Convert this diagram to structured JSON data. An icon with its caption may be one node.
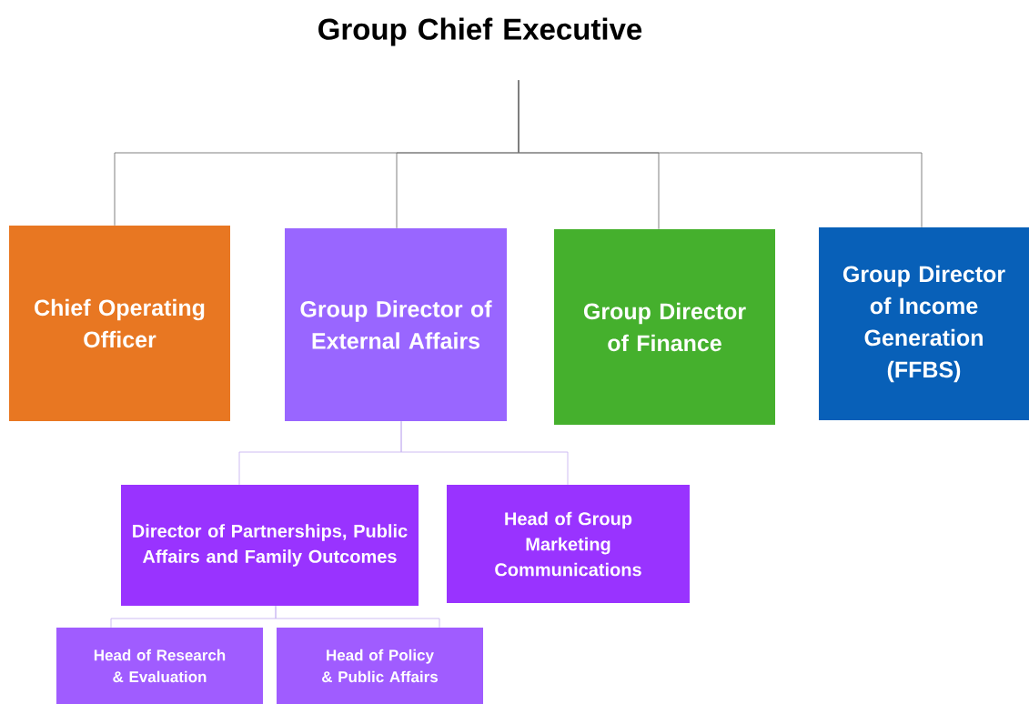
{
  "diagram": {
    "nodes": [
      {
        "text": [
          "Group Chief Executive"
        ]
      },
      {
        "text": [
          "Chief Operating Officer"
        ]
      },
      {
        "text": [
          "Group Director of External Affairs"
        ]
      },
      {
        "text": [
          "Group Director of Finance"
        ]
      },
      {
        "text": [
          "Group Director of Income Generation (FFBS)"
        ]
      },
      {
        "text": [
          "Director of Partnerships, Public Affairs and Family Outcomes"
        ]
      },
      {
        "text": [
          "Head of Group Marketing Communications"
        ]
      },
      {
        "text": [
          "Head of Research & Evaluation"
        ]
      },
      {
        "text": [
          "Head of Policy & Public Affairs"
        ]
      }
    ],
    "edges": [
      {
        "from": 0,
        "to": 1,
        "arrow": "none"
      },
      {
        "from": 0,
        "to": 2,
        "arrow": "none"
      },
      {
        "from": 0,
        "to": 3,
        "arrow": "none"
      },
      {
        "from": 0,
        "to": 4,
        "arrow": "none"
      },
      {
        "from": 2,
        "to": 5,
        "arrow": "none",
        "color": "#c8b4f2"
      },
      {
        "from": 2,
        "to": 6,
        "arrow": "none",
        "color": "#c8b4f2"
      },
      {
        "from": 5,
        "to": 7,
        "arrow": "none",
        "color": "#c8b4f2"
      },
      {
        "from": 5,
        "to": 8,
        "arrow": "none",
        "color": "#c8b4f2"
      }
    ]
  }
}
